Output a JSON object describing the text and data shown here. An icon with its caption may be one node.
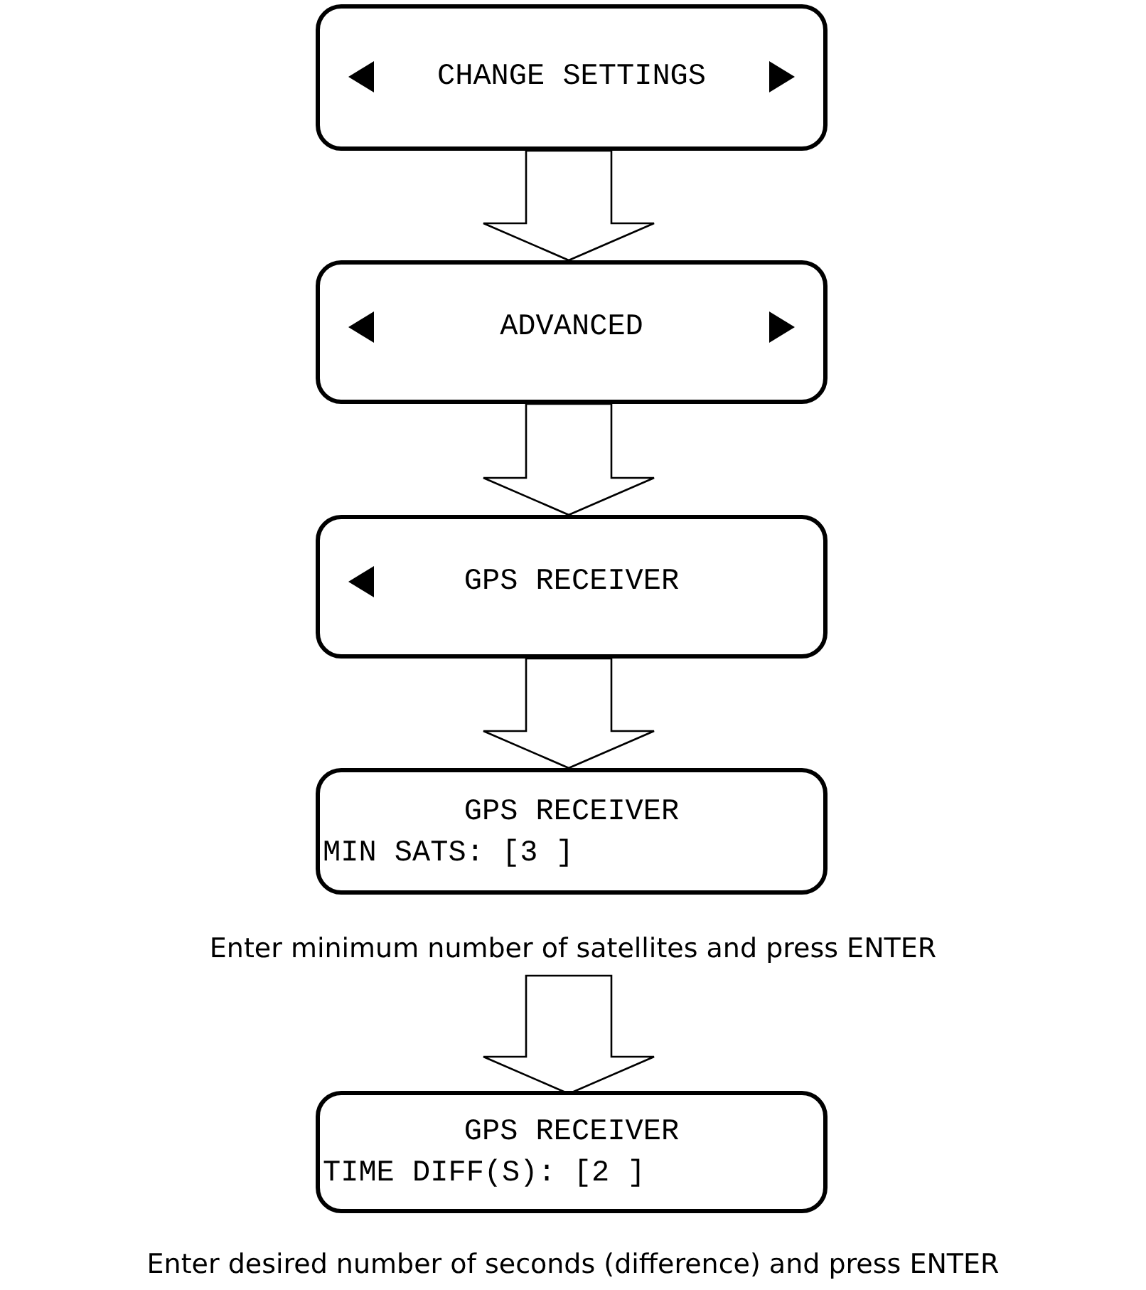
{
  "diagram": {
    "nodes": [
      {
        "text": [
          "CHANGE SETTINGS"
        ]
      },
      {
        "text": [
          "ADVANCED"
        ]
      },
      {
        "text": [
          "GPS RECEIVER"
        ]
      },
      {
        "text": [
          "GPS RECEIVER",
          "MIN SATS: [3 ]"
        ],
        "beside": [
          "Enter minimum number of satellites and press ENTER"
        ]
      },
      {
        "text": [
          "GPS RECEIVER",
          "TIME DIFF(S): [2 ]"
        ],
        "beside": [
          "Enter desired number of seconds (difference) and press ENTER"
        ]
      }
    ],
    "edges": [
      {
        "from": 0,
        "to": 1,
        "arrow": "to"
      },
      {
        "from": 1,
        "to": 2,
        "arrow": "to"
      },
      {
        "from": 2,
        "to": 3,
        "arrow": "to"
      },
      {
        "from": 3,
        "to": 4,
        "arrow": "to"
      }
    ]
  }
}
